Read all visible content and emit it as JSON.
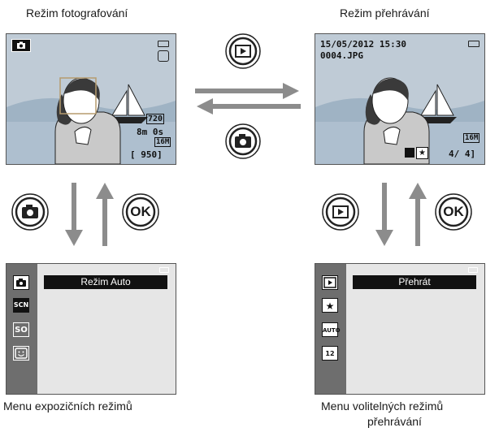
{
  "captions": {
    "shooting_mode": "Režim fotografování",
    "playback_mode": "Režim přehrávání",
    "shooting_menu": "Menu expozičních režimů",
    "playback_menu_line1": "Menu volitelných režimů",
    "playback_menu_line2": "přehrávání"
  },
  "shooting_screen": {
    "movie_quality": "720",
    "movie_time": "8m 0s",
    "image_size": "16M",
    "shots_remaining": "[ 950]"
  },
  "playback_screen": {
    "datetime": "15/05/2012 15:30",
    "filename": "0004.JPG",
    "image_size": "16M",
    "frame_counter": "4/ 4]"
  },
  "buttons": {
    "ok_label": "OK"
  },
  "shooting_menu": {
    "selected": "Režim Auto",
    "items": [
      "SCN",
      "SO"
    ]
  },
  "playback_menu": {
    "selected": "Přehrát",
    "items": [
      "AUTO",
      "12"
    ]
  },
  "colors": {
    "arrow": "#8c8c8c",
    "lcd_sky": "#bfcbd6",
    "menu_bg": "#e6e6e6",
    "menu_sidebar": "#6e6e6e"
  }
}
